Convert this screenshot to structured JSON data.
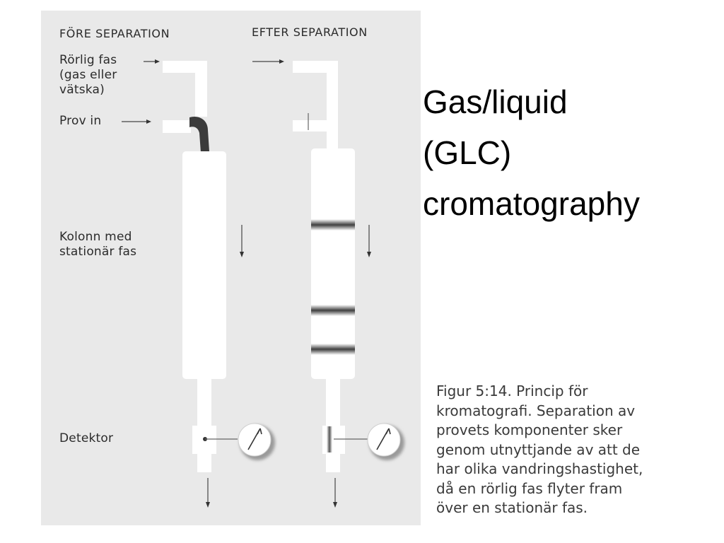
{
  "diagram": {
    "header_before": "FÖRE SEPARATION",
    "header_after": "EFTER SEPARATION",
    "label_mobile_phase": [
      "Rörlig fas",
      "(gas eller",
      "vätska)"
    ],
    "label_sample_in": "Prov in",
    "label_column": [
      "Kolonn med",
      "stationär fas"
    ],
    "label_detector": "Detektor"
  },
  "slide_title": [
    "Gas/liquid",
    "(GLC)",
    "cromatography"
  ],
  "caption_lines": [
    "Figur 5:14. Princip för",
    "kromatografi. Separation av",
    "provets komponenter sker",
    "genom utnyttjande av att de",
    "har olika vandringshastighet,",
    "då en rörlig fas flyter fram",
    "över en stationär fas."
  ]
}
